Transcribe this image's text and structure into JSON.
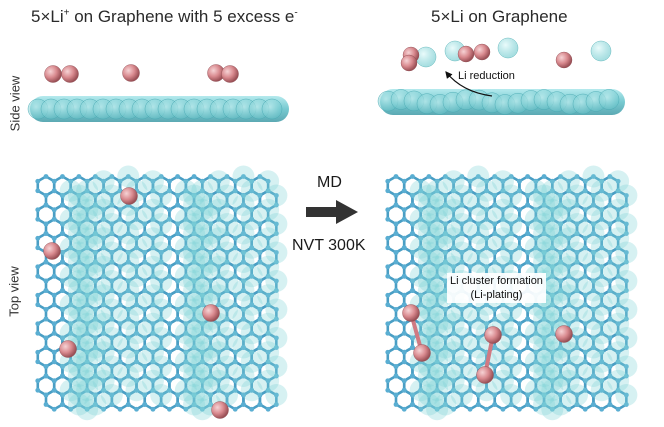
{
  "titles": {
    "left_prefix": "5×Li",
    "left_sup": "+",
    "left_suffix": " on Graphene with 5 excess e",
    "left_sup2": "-",
    "right": "5×Li on Graphene"
  },
  "row_labels": {
    "side": "Side view",
    "top": "Top view"
  },
  "arrow": {
    "top_label": "MD",
    "bottom_label": "NVT 300K"
  },
  "annotations": {
    "reduction": "Li reduction",
    "cluster_line1": "Li cluster formation",
    "cluster_line2": "(Li-plating)"
  },
  "colors": {
    "carbon_bond": "#4a9ec4",
    "carbon_glow": "#7fd3d8",
    "lithium": "#d98a8f",
    "arrow": "#333333"
  }
}
